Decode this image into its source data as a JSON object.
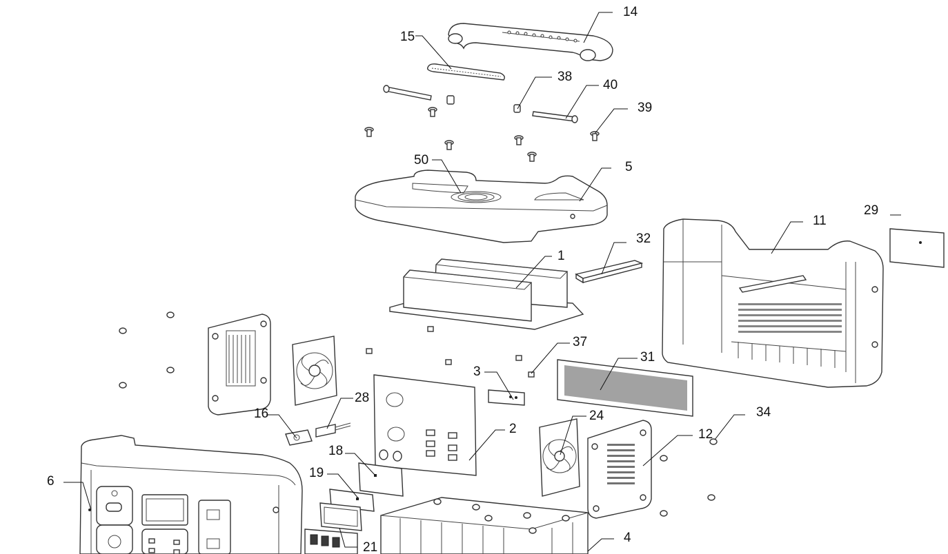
{
  "figure": {
    "callouts": {
      "c1": "1",
      "c2": "2",
      "c3": "3",
      "c4": "4",
      "c5": "5",
      "c6": "6",
      "c11": "11",
      "c12": "12",
      "c14": "14",
      "c15": "15",
      "c16": "16",
      "c18": "18",
      "c19": "19",
      "c21": "21",
      "c24": "24",
      "c28": "28",
      "c29": "29",
      "c31": "31",
      "c32": "32",
      "c34": "34",
      "c37": "37",
      "c38": "38",
      "c39": "39",
      "c40": "40",
      "c50": "50"
    }
  }
}
